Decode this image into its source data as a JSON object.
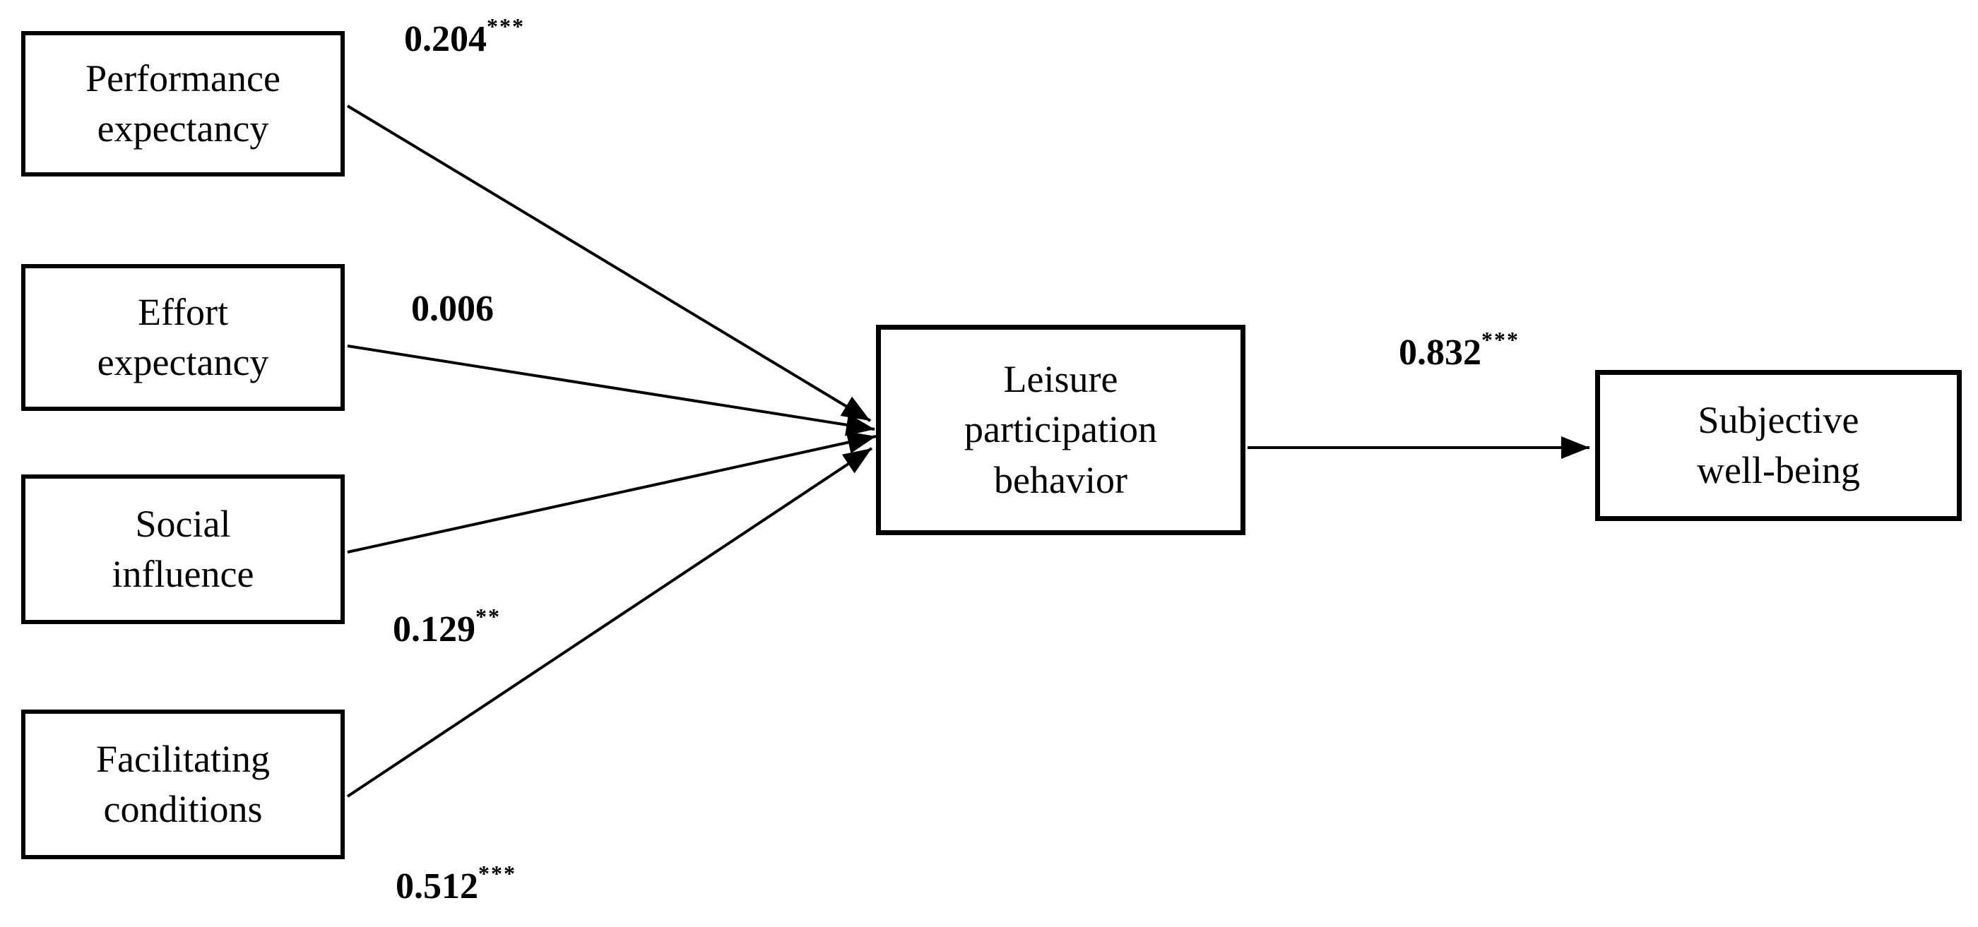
{
  "diagram": {
    "background_color": "#ffffff",
    "line_color": "#000000",
    "text_color": "#000000",
    "boxes": {
      "performance": {
        "label": "Performance\nexpectancy"
      },
      "effort": {
        "label": "Effort\nexpectancy"
      },
      "social": {
        "label": "Social\ninfluence"
      },
      "facilitating": {
        "label": "Facilitating\nconditions"
      },
      "leisure": {
        "label": "Leisure\nparticipation\nbehavior"
      },
      "wellbeing": {
        "label": "Subjective\nwell-being"
      }
    },
    "paths": [
      {
        "from": "Performance expectancy",
        "to": "Leisure participation behavior",
        "coefficient": "0.204",
        "significance": "***"
      },
      {
        "from": "Effort expectancy",
        "to": "Leisure participation behavior",
        "coefficient": "0.006",
        "significance": ""
      },
      {
        "from": "Social influence",
        "to": "Leisure participation behavior",
        "coefficient": "0.129",
        "significance": "**"
      },
      {
        "from": "Facilitating conditions",
        "to": "Leisure participation behavior",
        "coefficient": "0.512",
        "significance": "***"
      },
      {
        "from": "Leisure participation behavior",
        "to": "Subjective well-being",
        "coefficient": "0.832",
        "significance": "***"
      }
    ]
  }
}
